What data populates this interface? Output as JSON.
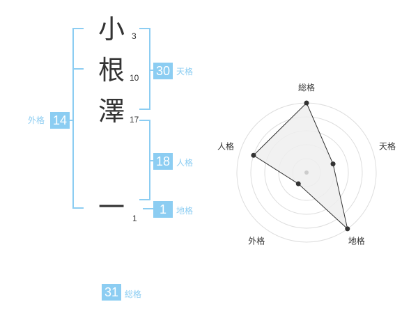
{
  "name_chars": [
    {
      "char": "小",
      "strokes": "3"
    },
    {
      "char": "根",
      "strokes": "10"
    },
    {
      "char": "澤",
      "strokes": "17"
    },
    {
      "char": "一",
      "strokes": "1"
    }
  ],
  "kakusu": {
    "tenkaku": {
      "value": "30",
      "label": "天格"
    },
    "jinkaku": {
      "value": "18",
      "label": "人格"
    },
    "chikaku": {
      "value": "1",
      "label": "地格"
    },
    "gaikaku": {
      "value": "14",
      "label": "外格"
    },
    "soukaku": {
      "value": "31",
      "label": "総格"
    }
  },
  "colors": {
    "accent": "#8ccdf2",
    "text": "#333333",
    "grid": "#dddddd",
    "fill": "#eeeeee"
  },
  "chart_data": {
    "type": "radar",
    "categories": [
      "総格",
      "天格",
      "地格",
      "外格",
      "人格"
    ],
    "values": [
      1.0,
      0.4,
      1.0,
      0.2,
      0.8
    ],
    "range": [
      0,
      1
    ],
    "rings": 5
  }
}
